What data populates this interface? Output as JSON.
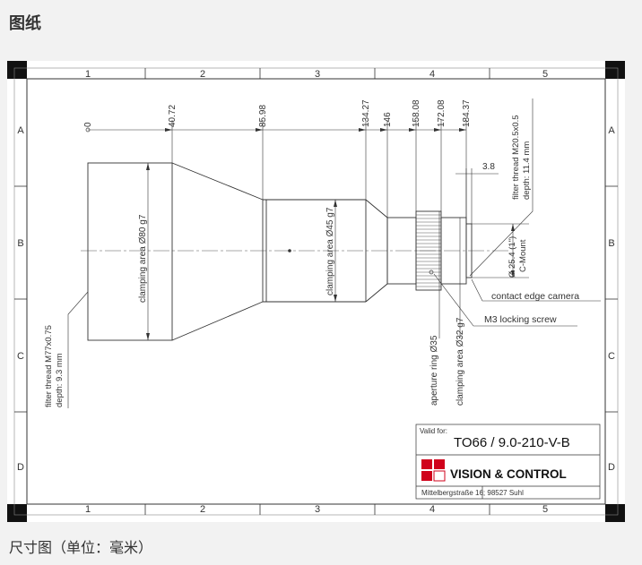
{
  "header": {
    "title": "图纸"
  },
  "caption": "尺寸图（单位：毫米）",
  "drawing": {
    "columns": [
      "1",
      "2",
      "3",
      "4",
      "5"
    ],
    "rows": [
      "A",
      "B",
      "C",
      "D"
    ],
    "dimensions": [
      "0",
      "40.72",
      "85.98",
      "134.27",
      "146",
      "158.08",
      "172.08",
      "184.37"
    ],
    "clamping_area_80": "clamping area Ø80 g7",
    "clamping_area_45": "clamping area Ø45 g7",
    "aperture_ring": "aperture ring Ø35",
    "clamping_area_32": "clamping area Ø32 g7",
    "filter_thread_left_1": "filter thread M77x0.75",
    "filter_thread_left_2": "depth: 9.3 mm",
    "filter_thread_right_1": "filter thread M20.5x0.5",
    "filter_thread_right_2": "depth: 11.4 mm",
    "dim_3_8": "3.8",
    "cmount_1": "Ø 25.4 (1\")",
    "cmount_2": "C-Mount",
    "contact_edge": "contact edge camera",
    "locking_screw": "M3 locking screw"
  },
  "title_block": {
    "valid_for": "Valid for:",
    "model": "TO66 / 9.0-210-V-B",
    "company": "VISION & CONTROL",
    "address": "Mittelbergstraße 16; 98527 Suhl"
  },
  "colors": {
    "line": "#333333",
    "logo_red": "#d0021b",
    "frame_corner": "#111111"
  }
}
